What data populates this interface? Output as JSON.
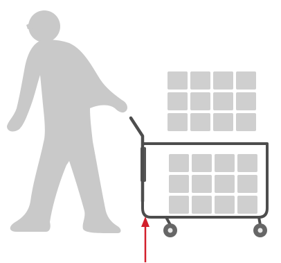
{
  "colors": {
    "background": "#ffffff",
    "figure": "#c9c9c9",
    "boxes": "#cfcfcf",
    "cart_frame": "#4d4d4d",
    "handle_grip": "#555555",
    "wheel": "#666666",
    "wheel_hub": "#e8e8e8",
    "arrow": "#d21f2b"
  },
  "icons": {
    "person": "walking-person-icon",
    "cart": "hand-cart-icon",
    "arrow": "up-arrow-icon"
  },
  "boxes": {
    "stacked_on_top": {
      "columns": 4,
      "rows": 3
    },
    "inside_cart": {
      "columns": 4,
      "rows": 3
    }
  }
}
